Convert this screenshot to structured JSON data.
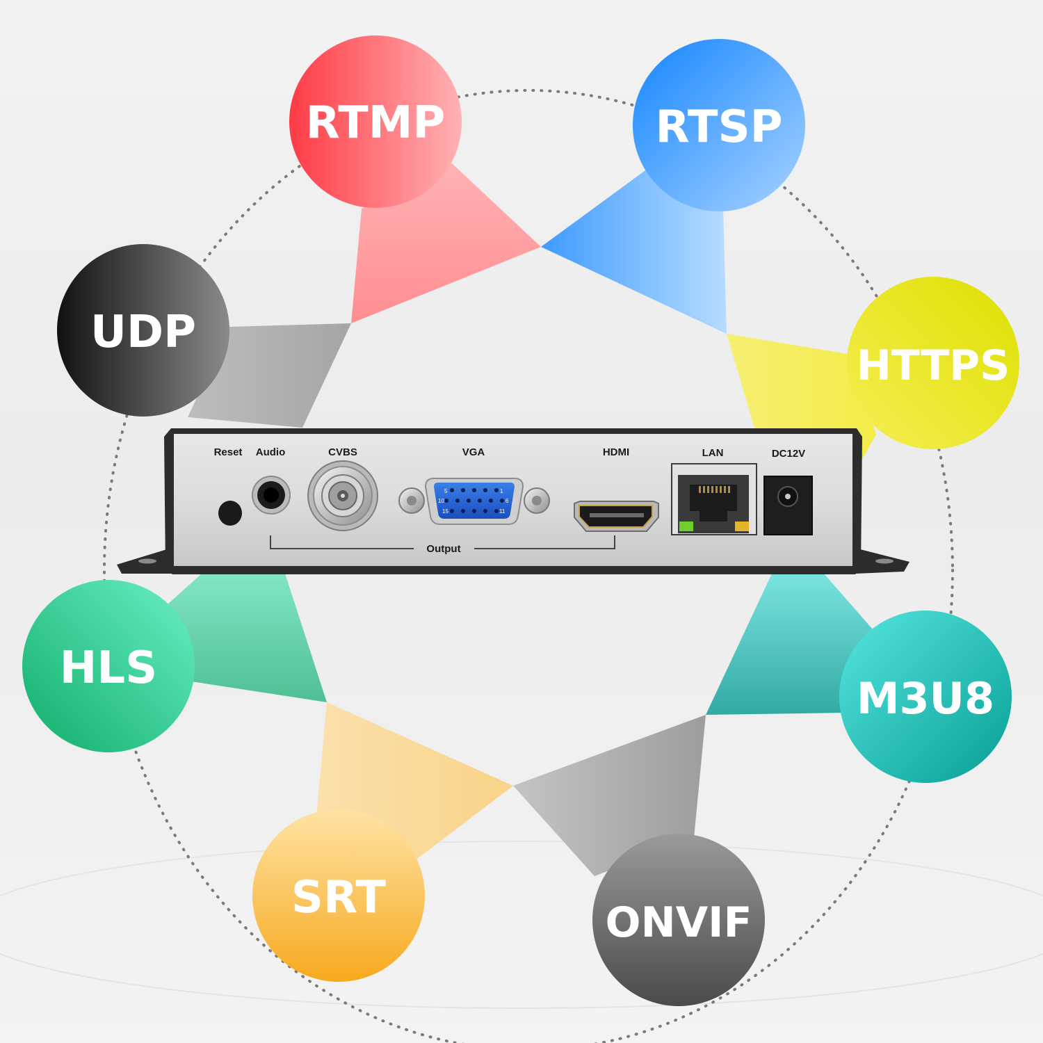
{
  "protocols": [
    {
      "label": "RTMP",
      "color_from": "#ff3b45",
      "color_to": "#ffb2b4"
    },
    {
      "label": "RTSP",
      "color_from": "#1486ff",
      "color_to": "#a8d2ff"
    },
    {
      "label": "UDP",
      "color_from": "#111111",
      "color_to": "#8a8a8a"
    },
    {
      "label": "HTTPS",
      "color_from": "#f7ee55",
      "color_to": "#dde000"
    },
    {
      "label": "HLS",
      "color_from": "#10ad6a",
      "color_to": "#6af0c4"
    },
    {
      "label": "M3U8",
      "color_from": "#55e6e0",
      "color_to": "#079e95"
    },
    {
      "label": "SRT",
      "color_from": "#ffe3a5",
      "color_to": "#f7a91e"
    },
    {
      "label": "ONVIF",
      "color_from": "#9a9a9a",
      "color_to": "#4a4a4a"
    }
  ],
  "device": {
    "labels": {
      "reset": "Reset",
      "audio": "Audio",
      "cvbs": "CVBS",
      "vga": "VGA",
      "hdmi": "HDMI",
      "lan": "LAN",
      "dc": "DC12V",
      "output": "Output"
    },
    "vga_pins": {
      "p5": "5",
      "p1": "1",
      "p10": "10",
      "p6": "6",
      "p15": "15",
      "p11": "11"
    }
  }
}
